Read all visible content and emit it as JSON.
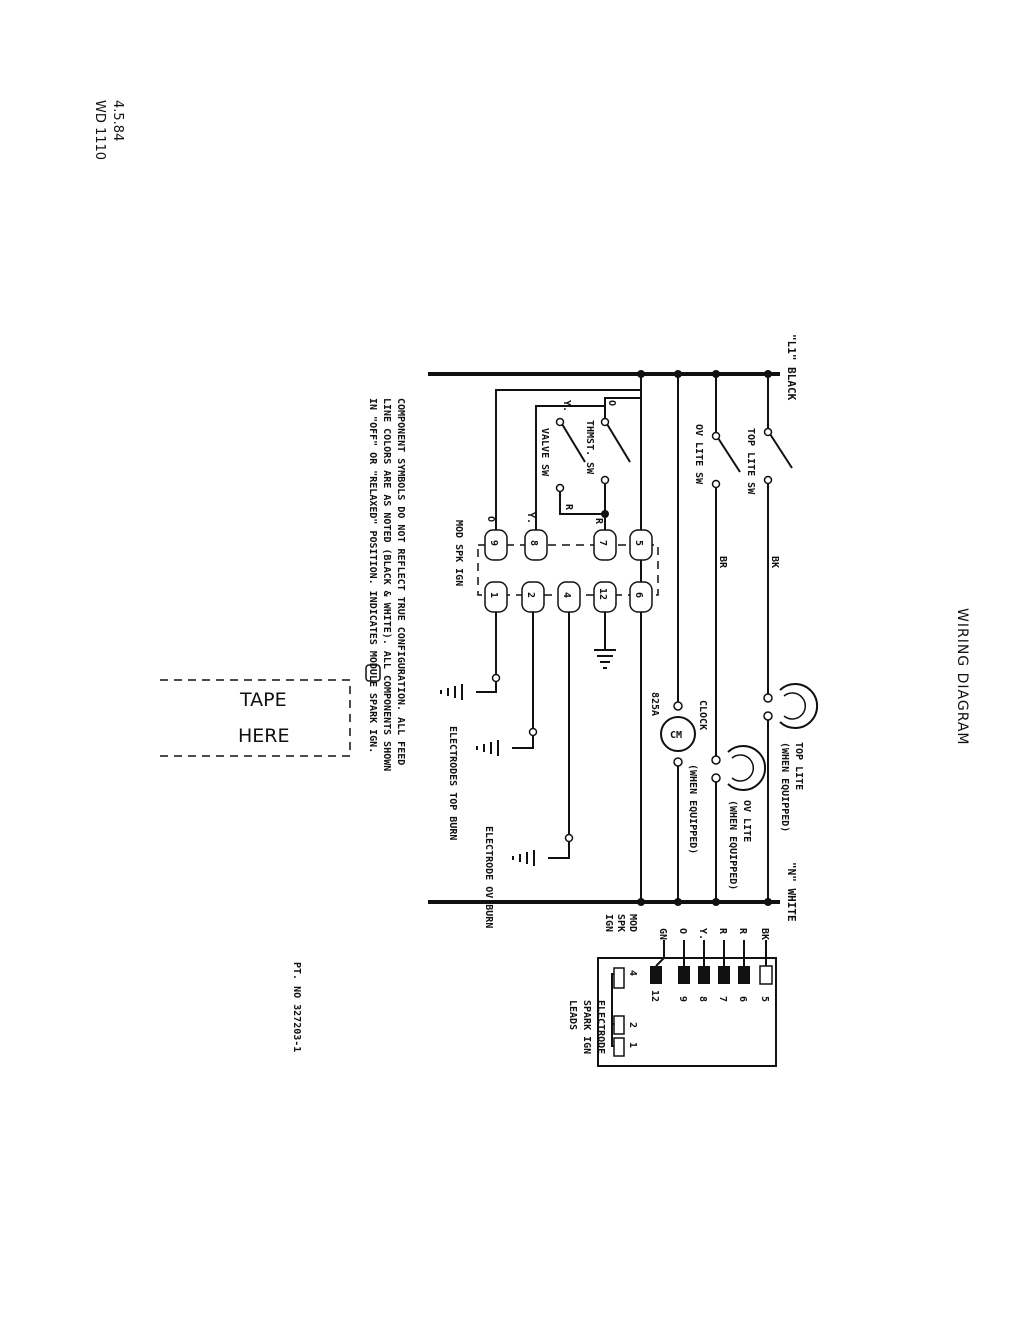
{
  "stamp": {
    "date": "4.5.84",
    "code": "WD 1110"
  },
  "title": "WIRING DIAGRAM",
  "power": {
    "l1": "\"L1\" BLACK",
    "n": "\"N\" WHITE"
  },
  "switches": {
    "top_lite": "TOP LITE SW",
    "ov_lite": "OV LITE SW",
    "thmst": "THMST. SW",
    "valve": "VALVE SW"
  },
  "wire_colors": {
    "bk": "BK",
    "br": "BR",
    "o": "O",
    "y": "Y.",
    "r": "R"
  },
  "module": {
    "label": "MOD SPK IGN",
    "left_pins": [
      "5",
      "7",
      "8",
      "9"
    ],
    "right_pins": [
      "6",
      "12",
      "4",
      "2",
      "1"
    ],
    "switch_pin_labels": [
      "O",
      "Y.",
      "R",
      "R"
    ]
  },
  "loads": {
    "top_lite": "TOP LITE",
    "top_lite_note": "(WHEN EQUIPPED)",
    "ov_lite": "OV LITE",
    "ov_lite_note": "(WHEN EQUIPPED)",
    "clock": "CLOCK",
    "clock_id": "825A",
    "clock_note": "(WHEN EQUIPPED)",
    "electrodes_top": "ELECTRODES TOP BURN",
    "electrode_ov": "ELECTRODE OV BURN"
  },
  "notes": [
    "COMPONENT SYMBOLS DO NOT REFLECT TRUE CONFIGURATION.  ALL FEED",
    "LINE COLORS ARE AS NOTED (BLACK & WHITE).  ALL COMPONENTS SHOWN",
    "IN \"OFF\" OR \"RELAXED\" POSITION.      INDICATES MODULE SPARK IGN."
  ],
  "tape": {
    "line1": "TAPE",
    "line2": "HERE"
  },
  "connector": {
    "title_lines": [
      "ELECTRODE",
      "SPARK IGN",
      "LEADS"
    ],
    "side_label_lines": [
      "MOD",
      "SPK",
      "IGN"
    ],
    "wires": [
      "BK",
      "R",
      "R",
      "Y.",
      "O",
      "GN"
    ],
    "pins": [
      "5",
      "6",
      "7",
      "8",
      "9",
      "12"
    ],
    "lead_pins": [
      "4",
      "2",
      "1"
    ]
  },
  "part_number": "PT. NO 327203-1"
}
